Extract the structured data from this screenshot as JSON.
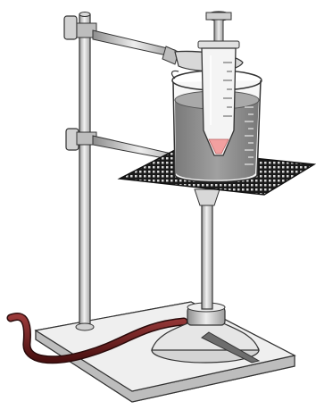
{
  "figure": {
    "components": [
      {
        "id": "base-plate",
        "icon": "base-plate"
      },
      {
        "id": "ring-stand-rod",
        "icon": "vertical-rod"
      },
      {
        "id": "upper-clamp",
        "icon": "clamp-icon"
      },
      {
        "id": "lower-clamp",
        "icon": "clamp-icon"
      },
      {
        "id": "syringe",
        "icon": "syringe-icon"
      },
      {
        "id": "beaker",
        "icon": "beaker-icon"
      },
      {
        "id": "wire-gauze",
        "icon": "wire-gauze-icon"
      },
      {
        "id": "bunsen-burner",
        "icon": "burner-icon"
      },
      {
        "id": "gas-tube",
        "icon": "tube-icon"
      }
    ],
    "colors": {
      "liquid": "#8f8f8f",
      "sample": "#f2a0a0",
      "metal": "#c8c8c8",
      "gauze": "#1a1a1a",
      "tube": "#6b1f1f",
      "outline": "#2b2b2b"
    }
  }
}
